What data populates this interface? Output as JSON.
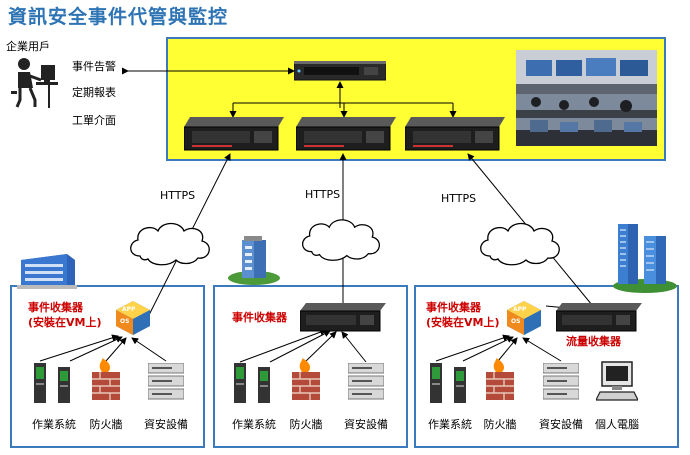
{
  "title": "資訊安全事件代管與監控",
  "enterprise_user": {
    "label": "企業用戶",
    "items": [
      "事件告警",
      "定期報表",
      "工單介面"
    ]
  },
  "links": {
    "https": "HTTPS"
  },
  "sites": [
    {
      "collector": [
        "事件收集器",
        "(安裝在VM上)"
      ],
      "devices": [
        "作業系統",
        "防火牆",
        "資安設備"
      ]
    },
    {
      "collector": [
        "事件收集器"
      ],
      "devices": [
        "作業系統",
        "防火牆",
        "資安設備"
      ]
    },
    {
      "collector": [
        "事件收集器",
        "(安裝在VM上)"
      ],
      "flow_collector": "流量收集器",
      "devices": [
        "作業系統",
        "防火牆",
        "資安設備",
        "個人電腦"
      ]
    }
  ],
  "vm_badge": {
    "top": "APP",
    "bottom": "OS"
  },
  "colors": {
    "soc_panel": "#ffff33",
    "frame": "#3b7abf",
    "title": "#2e74b5",
    "collector_text": "#cc0000"
  }
}
